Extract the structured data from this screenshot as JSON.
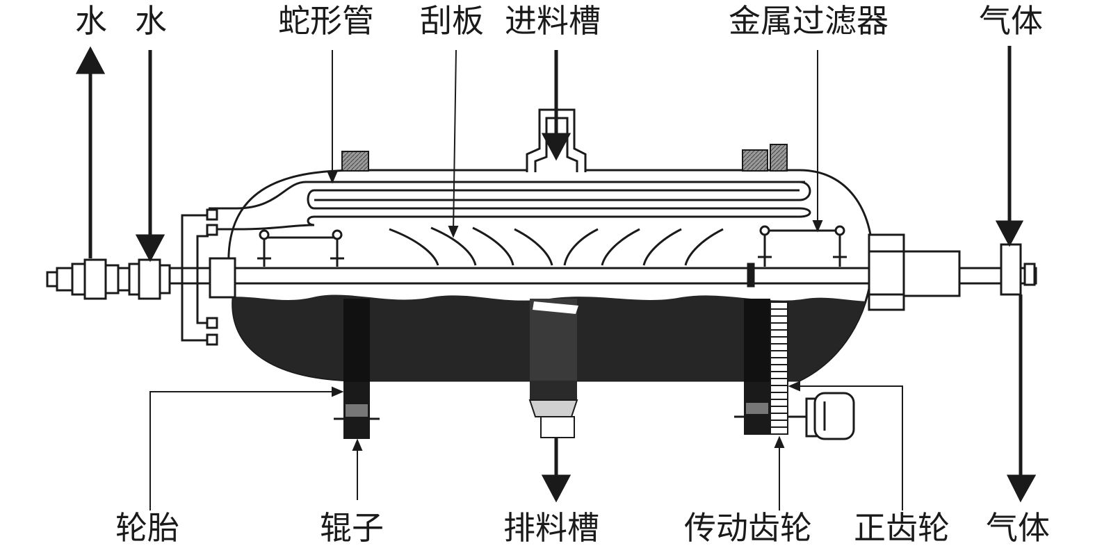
{
  "labels": {
    "water_out": "水",
    "water_in": "水",
    "serpentine_coil": "蛇形管",
    "scraper": "刮板",
    "feed_trough": "进料槽",
    "metal_filter": "金属过滤器",
    "gas_in": "气体",
    "tire": "轮胎",
    "roller": "辊子",
    "discharge_trough": "排料槽",
    "drive_gear": "传动齿轮",
    "spur_gear": "正齿轮",
    "gas_out": "气体"
  },
  "colors": {
    "line": "#1a1a1a",
    "slurry": "#262626",
    "hatch": "#6a6a6a",
    "background": "#ffffff"
  }
}
